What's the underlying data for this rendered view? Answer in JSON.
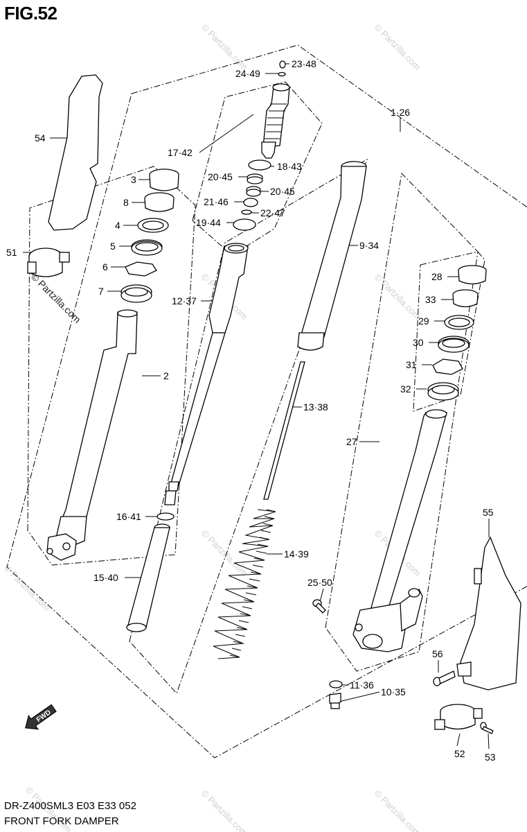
{
  "figure": {
    "title": "FIG.52",
    "code": "DR-Z400SML3  E03  E33  052",
    "name": "FRONT FORK DAMPER"
  },
  "arrow_label": "FWD",
  "watermark": "© Partzilla.com",
  "callouts": [
    {
      "id": "p54",
      "label": "54"
    },
    {
      "id": "p51",
      "label": "51"
    },
    {
      "id": "p3",
      "label": "3"
    },
    {
      "id": "p8",
      "label": "8"
    },
    {
      "id": "p4",
      "label": "4"
    },
    {
      "id": "p5",
      "label": "5"
    },
    {
      "id": "p6",
      "label": "6"
    },
    {
      "id": "p7",
      "label": "7"
    },
    {
      "id": "p2",
      "label": "2"
    },
    {
      "id": "p24",
      "label": "24·49"
    },
    {
      "id": "p23",
      "label": "23·48"
    },
    {
      "id": "p17",
      "label": "17·42"
    },
    {
      "id": "p18",
      "label": "18·43"
    },
    {
      "id": "p20a",
      "label": "20·45"
    },
    {
      "id": "p20b",
      "label": "20·45"
    },
    {
      "id": "p21",
      "label": "21·46"
    },
    {
      "id": "p22",
      "label": "22·47"
    },
    {
      "id": "p19",
      "label": "19·44"
    },
    {
      "id": "p12",
      "label": "12·37"
    },
    {
      "id": "p16",
      "label": "16·41"
    },
    {
      "id": "p15",
      "label": "15·40"
    },
    {
      "id": "p1",
      "label": "1·26"
    },
    {
      "id": "p9",
      "label": "9·34"
    },
    {
      "id": "p13",
      "label": "13·38"
    },
    {
      "id": "p14",
      "label": "14·39"
    },
    {
      "id": "p25",
      "label": "25·50"
    },
    {
      "id": "p11",
      "label": "11·36"
    },
    {
      "id": "p10",
      "label": "10·35"
    },
    {
      "id": "p28",
      "label": "28"
    },
    {
      "id": "p33",
      "label": "33"
    },
    {
      "id": "p29",
      "label": "29"
    },
    {
      "id": "p30",
      "label": "30"
    },
    {
      "id": "p31",
      "label": "31"
    },
    {
      "id": "p32",
      "label": "32"
    },
    {
      "id": "p27",
      "label": "27"
    },
    {
      "id": "p55",
      "label": "55"
    },
    {
      "id": "p56",
      "label": "56"
    },
    {
      "id": "p52",
      "label": "52"
    },
    {
      "id": "p53",
      "label": "53"
    }
  ]
}
